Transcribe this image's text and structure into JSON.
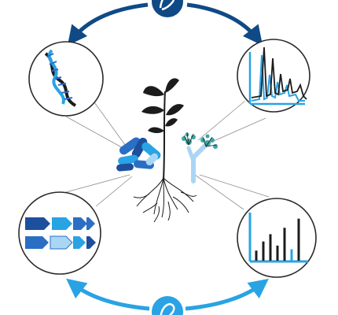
{
  "colors": {
    "dark_blue": "#0f4a86",
    "mid_blue": "#2a6fc4",
    "light_blue": "#29a3e3",
    "pale_blue": "#a9d6f5",
    "teal": "#3aa8a6",
    "plant_dark": "#1c1c1c",
    "outline": "#2a2a2a",
    "connector": "#8c8c8c"
  },
  "icons": {
    "top_cycle": "refresh-cycle-icon",
    "bottom_cycle": "refresh-cycle-icon",
    "dna": "dna-helix-icon",
    "chromatogram": "chromatogram-icon",
    "gene_cluster": "gene-cluster-arrows-icon",
    "mass_spectrum": "mass-spectrum-icon",
    "plant": "plant-with-roots-icon",
    "bacteria": "rod-bacteria-icon",
    "fungus": "fungal-conidiophore-icon"
  },
  "gene_cluster": {
    "rows": [
      {
        "arrows": [
          "dark",
          "light",
          "mid",
          "mid"
        ]
      },
      {
        "arrows": [
          "mid",
          "pale",
          "light",
          "dark"
        ]
      }
    ]
  },
  "mass_spectrum": {
    "peaks": [
      {
        "mz": 1,
        "intensity": 0.22,
        "color": "dark"
      },
      {
        "mz": 2,
        "intensity": 0.42,
        "color": "dark"
      },
      {
        "mz": 3,
        "intensity": 0.58,
        "color": "dark"
      },
      {
        "mz": 4,
        "intensity": 0.33,
        "color": "dark"
      },
      {
        "mz": 5,
        "intensity": 0.72,
        "color": "dark"
      },
      {
        "mz": 6,
        "intensity": 0.25,
        "color": "light"
      },
      {
        "mz": 7,
        "intensity": 0.92,
        "color": "dark"
      }
    ]
  }
}
